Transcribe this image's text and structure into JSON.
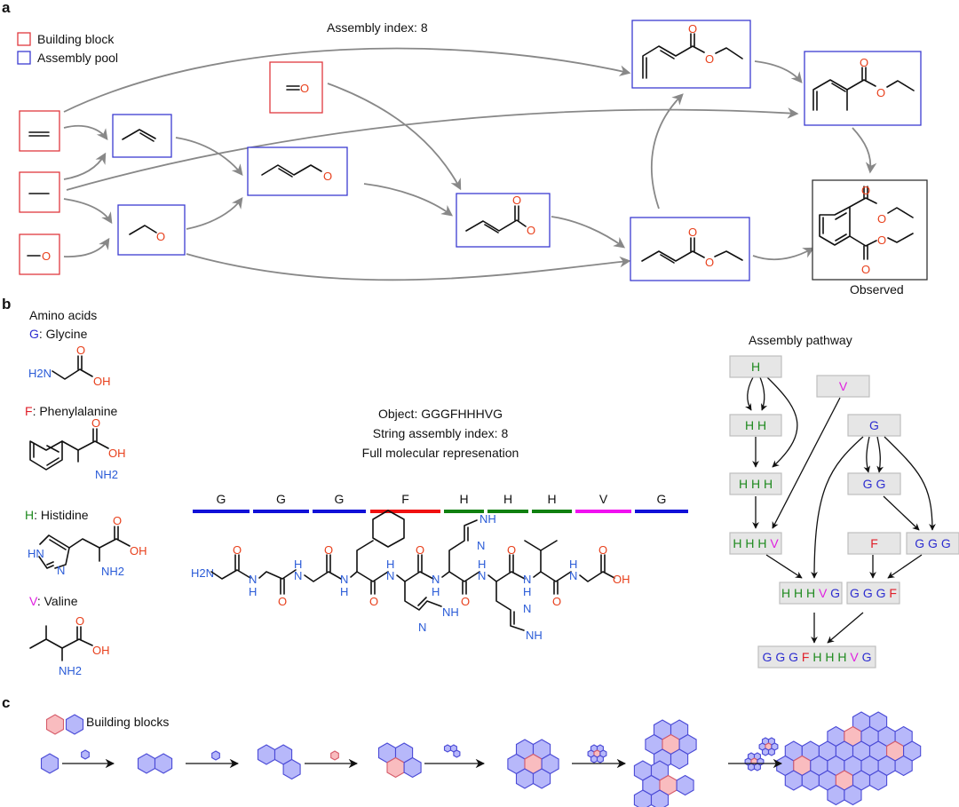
{
  "panels": {
    "a": {
      "label": "a",
      "title": "Assembly index: 8",
      "legend": [
        {
          "label": "Building block",
          "color": "#e0393e"
        },
        {
          "label": "Assembly pool",
          "color": "#3b3bd1"
        }
      ],
      "building_blocks": [
        "C=C double bond",
        "C-C single bond",
        "C-O bond",
        "C=O carbonyl"
      ],
      "observed_label": "Observed",
      "atom_O": "O"
    },
    "b": {
      "label": "b",
      "amino_acids_title": "Amino acids",
      "amino_acids": [
        {
          "code": "G",
          "name": ": Glycine",
          "color": "#2d2dd0"
        },
        {
          "code": "F",
          "name": ": Phenylalanine",
          "color": "#e0202a"
        },
        {
          "code": "H",
          "name": ": Histidine",
          "color": "#1f8a1f"
        },
        {
          "code": "V",
          "name": ": Valine",
          "color": "#e020e0"
        }
      ],
      "object_line": "Object: GGGFHHHVG",
      "string_index_line": "String assembly index: 8",
      "representation_line": "Full molecular represenation",
      "sequence": [
        "G",
        "G",
        "G",
        "F",
        "H",
        "H",
        "H",
        "V",
        "G"
      ],
      "pathway_title": "Assembly pathway",
      "pathway_nodes": [
        {
          "id": "H",
          "text": "H"
        },
        {
          "id": "V",
          "text": "V"
        },
        {
          "id": "HH",
          "text": "HH"
        },
        {
          "id": "G",
          "text": "G"
        },
        {
          "id": "HHH",
          "text": "HHH"
        },
        {
          "id": "GG",
          "text": "GG"
        },
        {
          "id": "HHHV",
          "text": "HHHV"
        },
        {
          "id": "F",
          "text": "F"
        },
        {
          "id": "GGG",
          "text": "GGG"
        },
        {
          "id": "HHHVG",
          "text": "HHHVG"
        },
        {
          "id": "GGGF",
          "text": "GGGF"
        },
        {
          "id": "GGGFHHHVG",
          "text": "GGGFHHHVG"
        }
      ],
      "atoms": {
        "H2N": "H2N",
        "OH": "OH",
        "NH2": "NH2",
        "NH": "NH",
        "N": "N",
        "HN": "HN",
        "H": "H",
        "O": "O"
      }
    },
    "c": {
      "label": "c",
      "legend_label": "Building blocks",
      "colors": {
        "blue": "#b7b8fa",
        "red": "#f9bcbf"
      }
    }
  }
}
